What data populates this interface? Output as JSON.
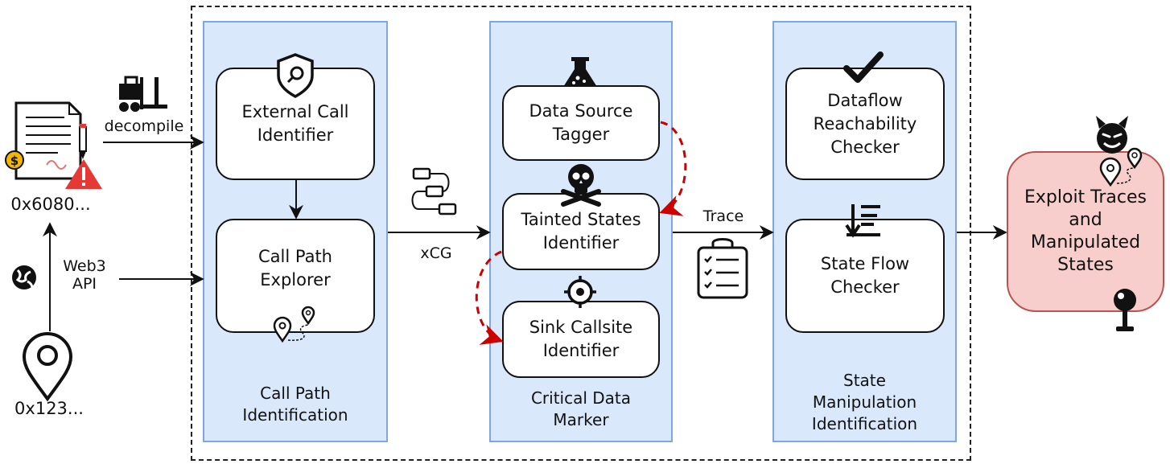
{
  "inputs": {
    "bytecode_label": "0x6080...",
    "address_label": "0x123...",
    "decompile_label": "decompile",
    "web3_label": "Web3\nAPI"
  },
  "panels": {
    "call_path": {
      "title": "Call Path\nIdentification",
      "external_call": "External Call\nIdentifier",
      "call_path_explorer": "Call Path\nExplorer"
    },
    "critical_data": {
      "title": "Critical Data\nMarker",
      "data_source_tagger": "Data Source\nTagger",
      "tainted_states": "Tainted States\nIdentifier",
      "sink_callsite": "Sink Callsite\nIdentifier"
    },
    "state_manipulation": {
      "title": "State\nManipulation\nIdentification",
      "dataflow_checker": "Dataflow\nReachability\nChecker",
      "state_flow_checker": "State Flow\nChecker"
    }
  },
  "edges": {
    "xcg_label": "xCG",
    "trace_label": "Trace"
  },
  "output": {
    "exploit": "Exploit Traces\nand\nManipulated\nStates"
  },
  "colors": {
    "panel_fill": "#dae8fc",
    "panel_border": "#7ea6e0",
    "exploit_fill": "#f8cecc",
    "exploit_border": "#b85450",
    "dashed_arrow": "#cc0000",
    "warning": "#e53935",
    "coin": "#f2b705"
  },
  "icons": [
    "contract-document-icon",
    "warning-icon",
    "coin-icon",
    "pen-icon",
    "forklift-icon",
    "globe-icon",
    "location-pin-icon",
    "shield-search-icon",
    "route-icon",
    "flowchart-icon",
    "flask-icon",
    "skull-icon",
    "target-icon",
    "checklist-icon",
    "checkmark-icon",
    "sort-icon",
    "devil-icon",
    "joystick-icon"
  ]
}
